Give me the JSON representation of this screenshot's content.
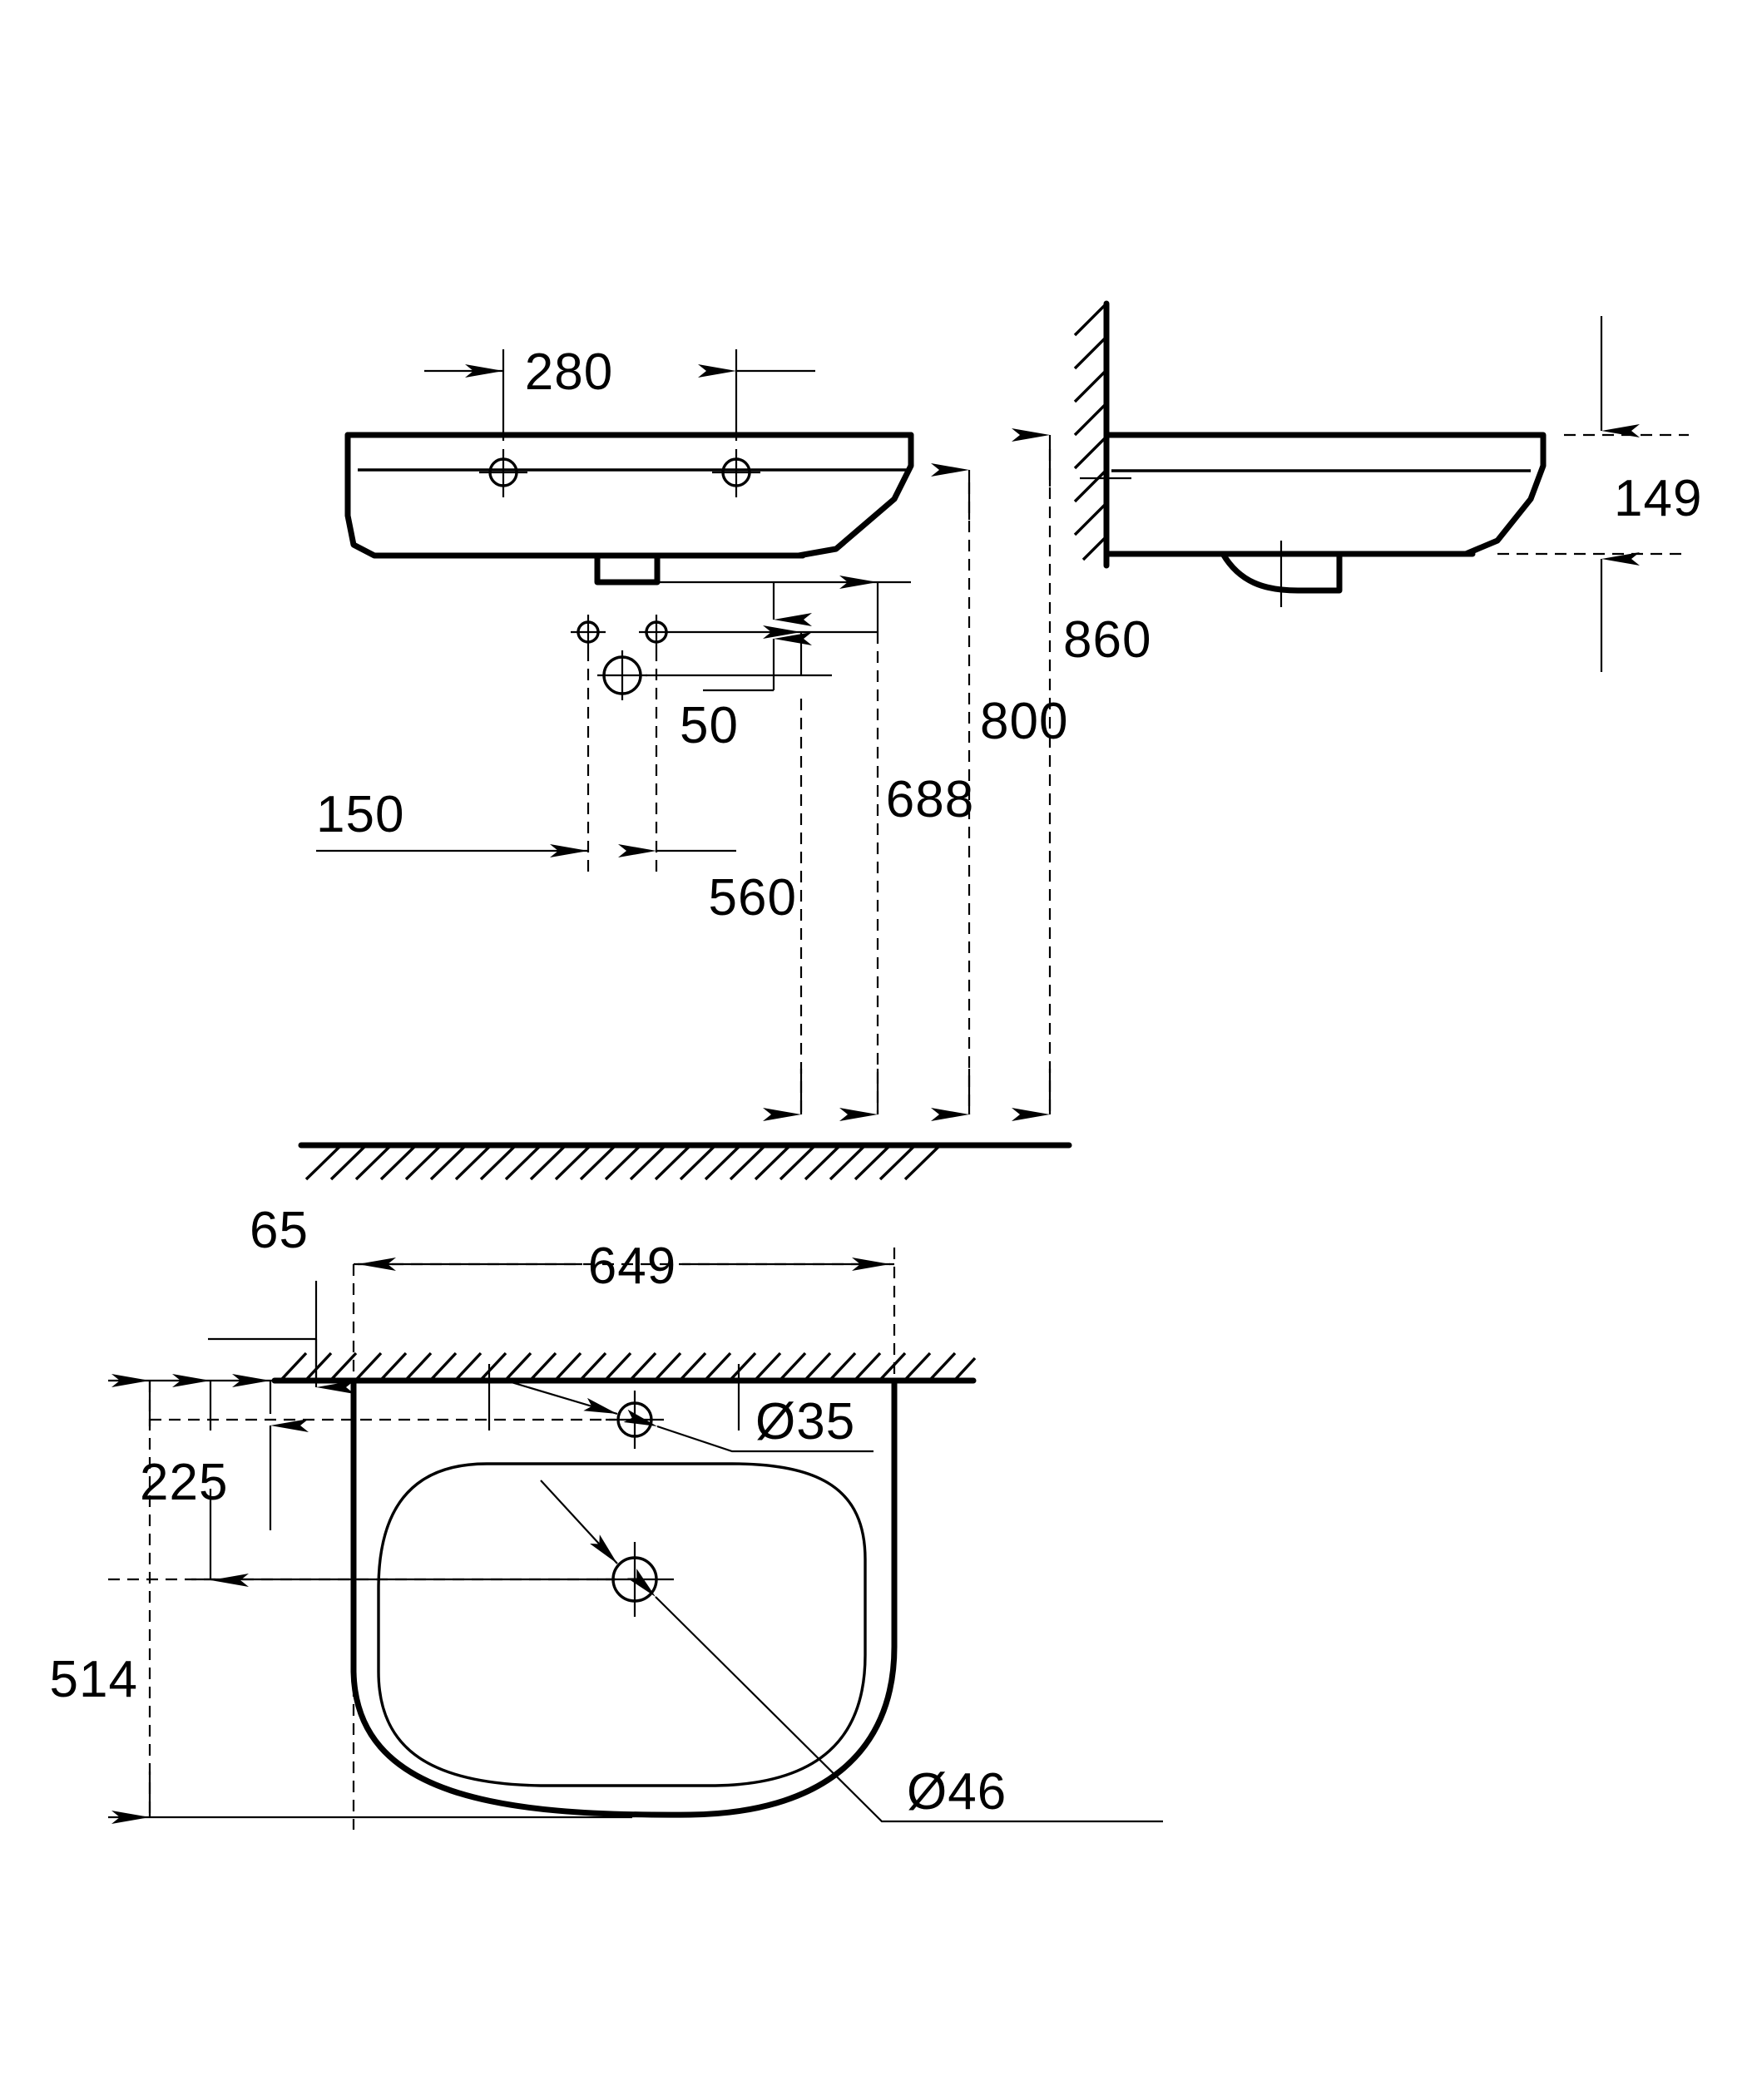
{
  "drawing": {
    "title": "Wash basin technical dimension drawing",
    "units": "mm",
    "line_color": "#000000",
    "background_color": "#ffffff"
  },
  "views": {
    "front_elevation": {
      "name": "front-elevation-view",
      "description": "Front view of wall-hung wash basin above finished floor"
    },
    "side_elevation": {
      "name": "side-elevation-view",
      "description": "Side section view of basin mounted against hatched wall"
    },
    "plan": {
      "name": "plan-view",
      "description": "Top plan view of basin with tap hole and waste hole"
    }
  },
  "dimensions": {
    "tap_hole_spacing": "280",
    "basin_depth_side": "149",
    "mounting_height_top": "860",
    "mounting_height_rim": "800",
    "mounting_height_overflow": "688",
    "mounting_height_trap": "560",
    "offset_50": "50",
    "offset_150": "150",
    "wall_thickness_65": "65",
    "basin_width": "649",
    "basin_depth_plan": "514",
    "tap_hole_from_wall": "225",
    "tap_hole_diameter": "Ø35",
    "waste_hole_diameter": "Ø46"
  },
  "labels": [
    {
      "id": "dim-280",
      "text": "280",
      "view": "front-elevation"
    },
    {
      "id": "dim-149",
      "text": "149",
      "view": "side-elevation"
    },
    {
      "id": "dim-860",
      "text": "860",
      "view": "front-elevation"
    },
    {
      "id": "dim-800",
      "text": "800",
      "view": "front-elevation"
    },
    {
      "id": "dim-688",
      "text": "688",
      "view": "front-elevation"
    },
    {
      "id": "dim-560",
      "text": "560",
      "view": "front-elevation"
    },
    {
      "id": "dim-50",
      "text": "50",
      "view": "front-elevation"
    },
    {
      "id": "dim-150",
      "text": "150",
      "view": "front-elevation"
    },
    {
      "id": "dim-65",
      "text": "65",
      "view": "plan"
    },
    {
      "id": "dim-649",
      "text": "649",
      "view": "plan"
    },
    {
      "id": "dim-514",
      "text": "514",
      "view": "plan"
    },
    {
      "id": "dim-225",
      "text": "225",
      "view": "plan"
    },
    {
      "id": "dia-35",
      "text": "Ø35",
      "view": "plan"
    },
    {
      "id": "dia-46",
      "text": "Ø46",
      "view": "plan"
    }
  ]
}
